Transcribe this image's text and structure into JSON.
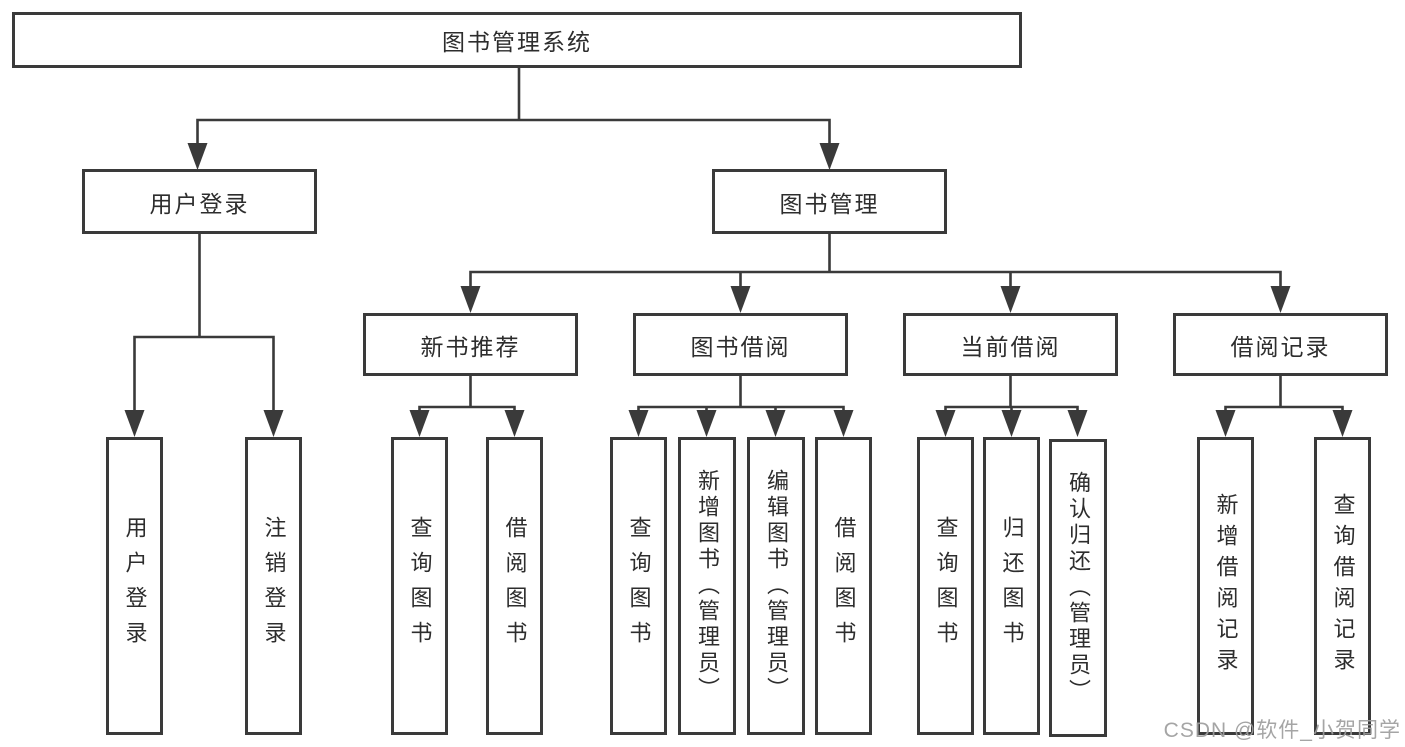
{
  "diagram": {
    "root": {
      "label": "图书管理系统",
      "children": [
        {
          "label": "用户登录",
          "children": [
            {
              "label": "用户登录"
            },
            {
              "label": "注销登录"
            }
          ]
        },
        {
          "label": "图书管理",
          "children": [
            {
              "label": "新书推荐",
              "children": [
                {
                  "label": "查询图书"
                },
                {
                  "label": "借阅图书"
                }
              ]
            },
            {
              "label": "图书借阅",
              "children": [
                {
                  "label": "查询图书"
                },
                {
                  "label": "新增图书（管理员）"
                },
                {
                  "label": "编辑图书（管理员）"
                },
                {
                  "label": "借阅图书"
                }
              ]
            },
            {
              "label": "当前借阅",
              "children": [
                {
                  "label": "查询图书"
                },
                {
                  "label": "归还图书"
                },
                {
                  "label": "确认归还（管理员）"
                }
              ]
            },
            {
              "label": "借阅记录",
              "children": [
                {
                  "label": "新增借阅记录"
                },
                {
                  "label": "查询借阅记录"
                }
              ]
            }
          ]
        }
      ]
    }
  },
  "watermark": {
    "text": "CSDN @软件_小贺同学"
  },
  "colors": {
    "line": "#3a3a3a",
    "box_border": "#3a3a3a",
    "text": "#2d2d2d",
    "watermark": "#9e9e9e",
    "background": "#ffffff"
  }
}
